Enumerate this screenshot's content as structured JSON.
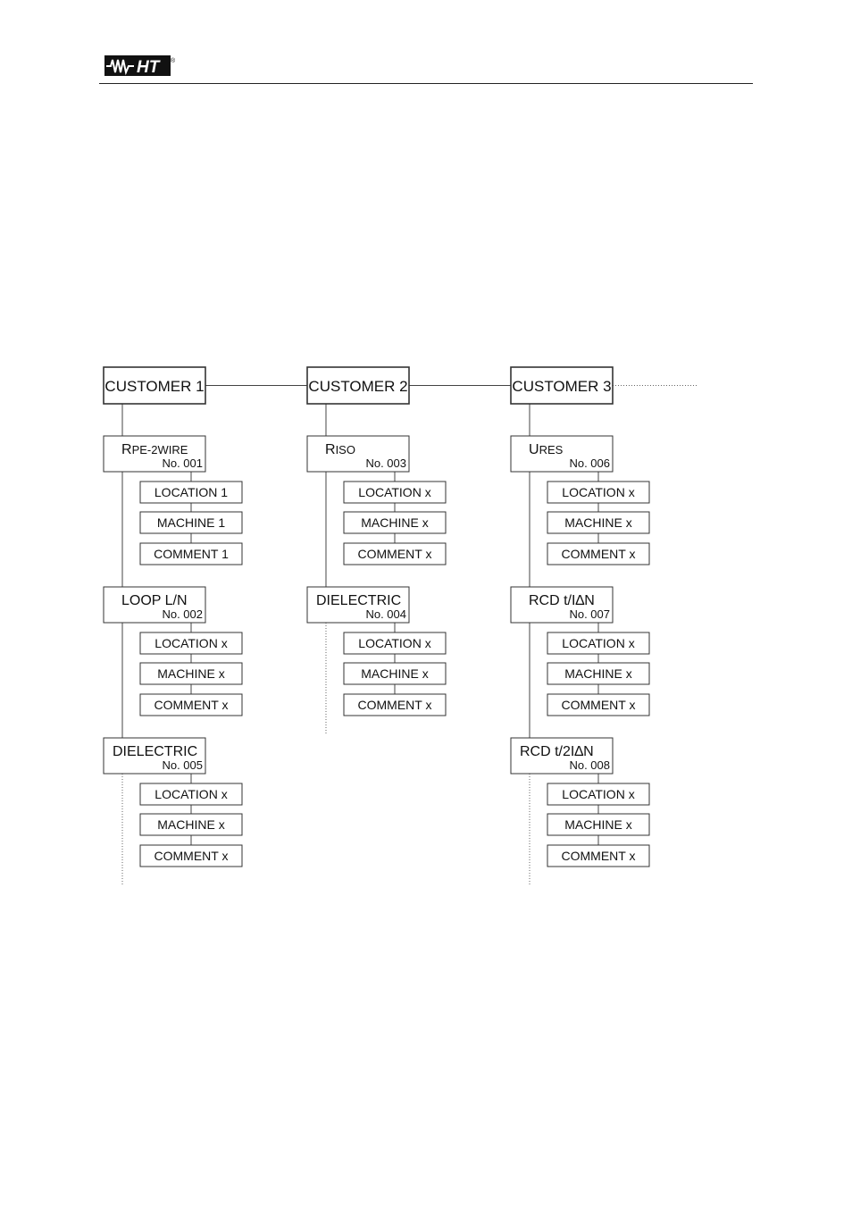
{
  "header": {
    "logo_text": "HT",
    "logo_mark": "®"
  },
  "customers": [
    {
      "label": "CUSTOMER 1",
      "measures": [
        {
          "name_big": "R",
          "name_small": "PE-2WIRE",
          "number": "No. 001",
          "details": [
            "LOCATION 1",
            "MACHINE 1",
            "COMMENT 1"
          ]
        },
        {
          "name_big": "LOOP L/N",
          "name_small": "",
          "number": "No. 002",
          "details": [
            "LOCATION x",
            "MACHINE x",
            "COMMENT x"
          ]
        },
        {
          "name_big": "DIELECTRIC",
          "name_small": "",
          "number": "No. 005",
          "details": [
            "LOCATION x",
            "MACHINE x",
            "COMMENT x"
          ]
        }
      ]
    },
    {
      "label": "CUSTOMER 2",
      "measures": [
        {
          "name_big": "R",
          "name_small": "ISO",
          "number": "No. 003",
          "details": [
            "LOCATION x",
            "MACHINE x",
            "COMMENT x"
          ]
        },
        {
          "name_big": "DIELECTRIC",
          "name_small": "",
          "number": "No. 004",
          "details": [
            "LOCATION x",
            "MACHINE x",
            "COMMENT x"
          ]
        }
      ]
    },
    {
      "label": "CUSTOMER 3",
      "measures": [
        {
          "name_big": "U",
          "name_small": "RES",
          "number": "No. 006",
          "details": [
            "LOCATION x",
            "MACHINE x",
            "COMMENT x"
          ]
        },
        {
          "name_big": "RCD t/I∆N",
          "name_small": "",
          "number": "No. 007",
          "details": [
            "LOCATION x",
            "MACHINE x",
            "COMMENT x"
          ]
        },
        {
          "name_big": "RCD t/2I∆N",
          "name_small": "",
          "number": "No. 008",
          "details": [
            "LOCATION x",
            "MACHINE x",
            "COMMENT x"
          ]
        }
      ]
    }
  ]
}
